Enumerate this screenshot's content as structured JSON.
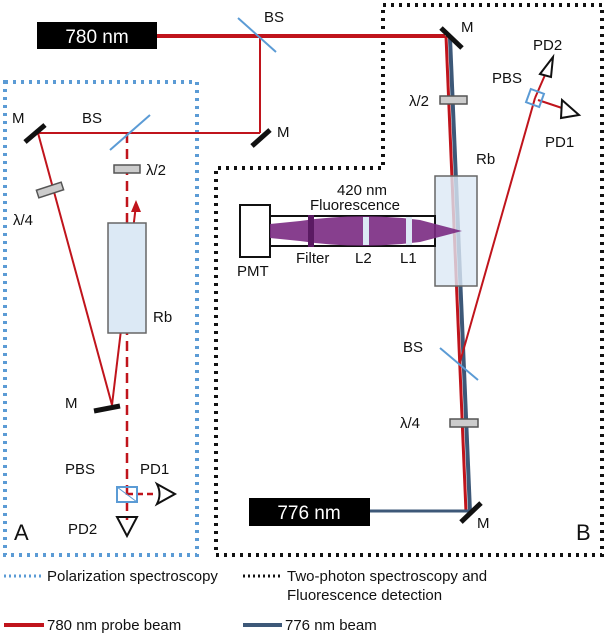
{
  "colors": {
    "probe_beam": "#c0141c",
    "pump_beam": "#3d5878",
    "polarization_box": "#5b9bd5",
    "two_photon_box": "#111111",
    "rb_cell_fill": "#dce9f5",
    "fluorescence": "#7a2a82",
    "beam_splitter": "#5b9bd5",
    "waveplate_fill": "#cccccc"
  },
  "lasers": {
    "probe": "780 nm",
    "pump": "776 nm"
  },
  "section_a": {
    "tag": "A",
    "labels": {
      "mirror_top_left": "M",
      "beam_splitter": "BS",
      "half_wave": "λ/2",
      "quarter_wave": "λ/4",
      "rb_cell": "Rb",
      "mirror_bottom": "M",
      "pbs": "PBS",
      "pd1": "PD1",
      "pd2": "PD2"
    }
  },
  "section_b": {
    "tag": "B",
    "labels": {
      "mirror_top": "M",
      "half_wave": "λ/2",
      "rb_cell": "Rb",
      "pbs": "PBS",
      "pd1": "PD1",
      "pd2": "PD2",
      "fluorescence_line1": "420 nm",
      "fluorescence_line2": "Fluorescence",
      "pmt": "PMT",
      "filter": "Filter",
      "lens2": "L2",
      "lens1": "L1",
      "beam_splitter": "BS",
      "quarter_wave": "λ/4",
      "mirror_bottom": "M"
    }
  },
  "top_path": {
    "beam_splitter": "BS",
    "mirror_right": "M"
  },
  "legend": {
    "polarization": "Polarization spectroscopy",
    "two_photon_line1": "Two-photon spectroscopy and",
    "two_photon_line2": "Fluorescence detection",
    "probe_beam": "780 nm probe beam",
    "pump_beam": "776 nm beam"
  }
}
